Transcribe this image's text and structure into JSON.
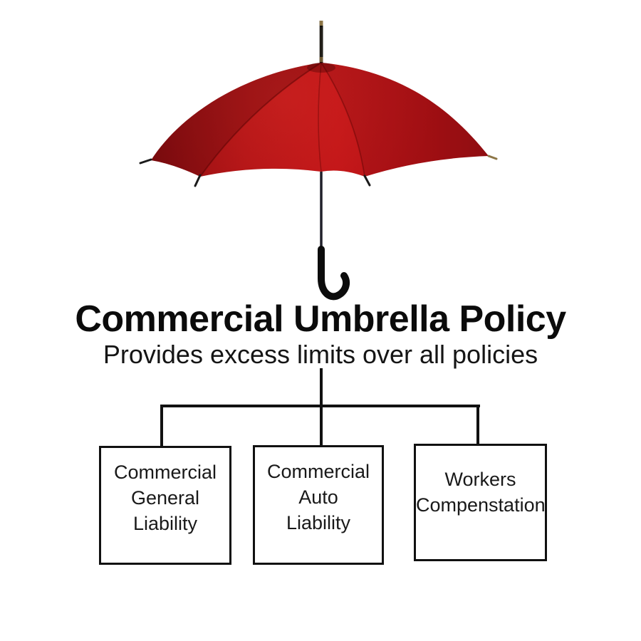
{
  "diagram": {
    "title": "Commercial Umbrella Policy",
    "subtitle": "Provides excess limits over all policies",
    "connector_line_color": "#111111",
    "umbrella": {
      "description": "red-umbrella-icon",
      "canopy_dark": "#8c0d10",
      "canopy_mid": "#ae1114",
      "canopy_bright": "#bf1316",
      "canopy_right": "#9d0f12",
      "ferrule_tip": "#8d7647",
      "shaft": "#20202a",
      "handle": "#0c0c0c"
    },
    "boxes": [
      {
        "lines": [
          "Commercial",
          "General",
          "Liability"
        ]
      },
      {
        "lines": [
          "Commercial",
          "Auto",
          "Liability"
        ]
      },
      {
        "lines": [
          "Workers",
          "Compenstation"
        ]
      }
    ]
  }
}
